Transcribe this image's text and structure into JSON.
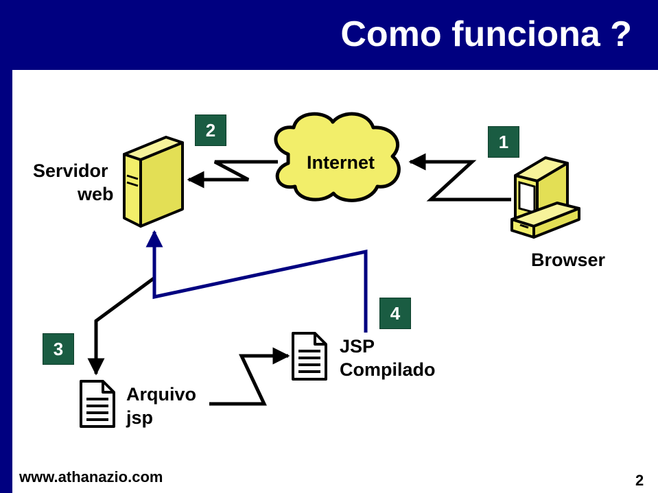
{
  "title": "Como funciona ?",
  "labels": {
    "server": [
      "Servidor",
      "web"
    ],
    "internet": "Internet",
    "browser": "Browser",
    "jsp_file": [
      "Arquivo",
      "jsp"
    ],
    "compiled": [
      "JSP",
      "Compilado"
    ]
  },
  "steps": [
    "1",
    "2",
    "3",
    "4"
  ],
  "footer": {
    "url": "www.athanazio.com",
    "page": "2"
  },
  "colors": {
    "navy": "#000080",
    "step_badge": "#1a5c42",
    "icon_fill": "#f2ee6a",
    "cloud_fill": "#f2ee6a"
  },
  "icons": [
    "server-icon",
    "cloud-icon",
    "computer-icon",
    "document-icon",
    "document-icon"
  ]
}
